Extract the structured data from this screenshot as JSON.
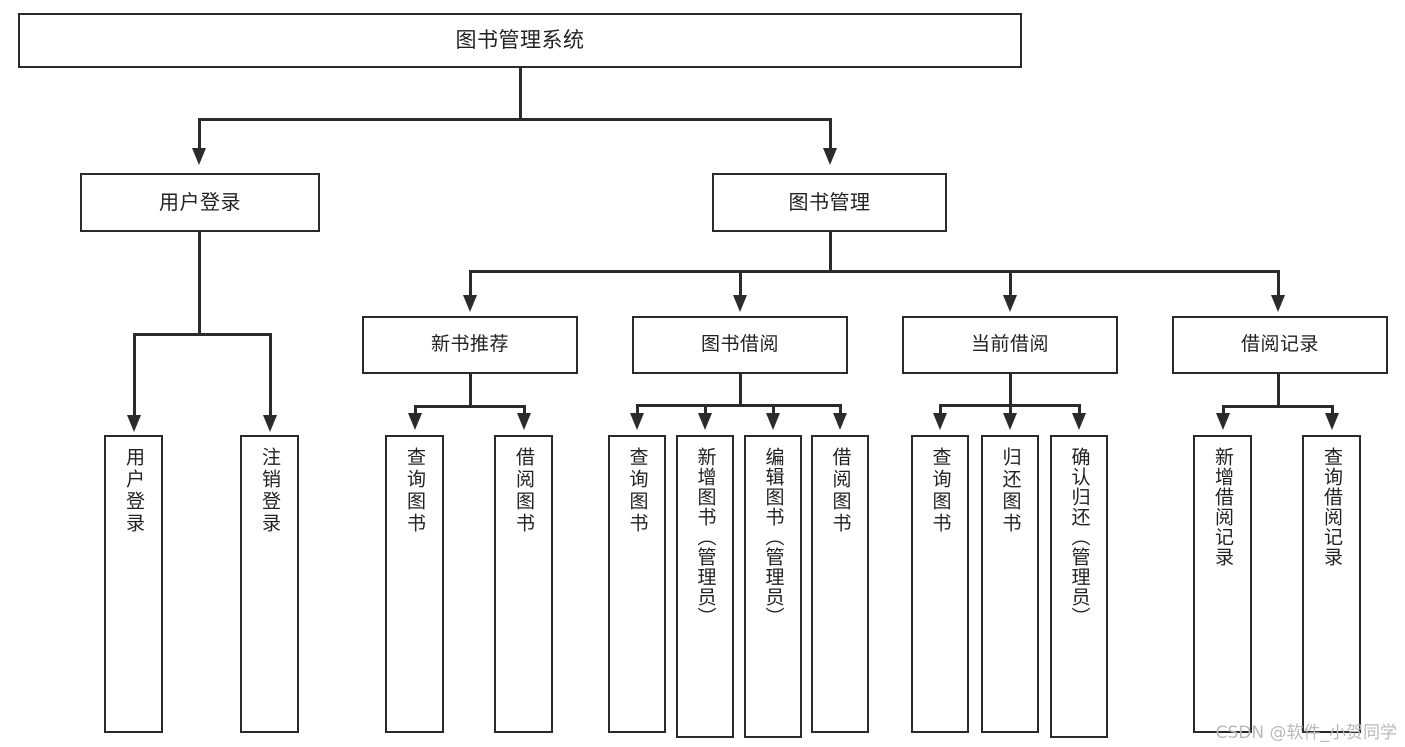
{
  "diagram": {
    "title": "图书管理系统",
    "type": "tree-hierarchy-diagram",
    "root": {
      "label": "图书管理系统"
    },
    "level1": [
      {
        "label": "用户登录"
      },
      {
        "label": "图书管理"
      }
    ],
    "level2": [
      {
        "label": "新书推荐"
      },
      {
        "label": "图书借阅"
      },
      {
        "label": "当前借阅"
      },
      {
        "label": "借阅记录"
      }
    ],
    "leaves": {
      "user_login": [
        {
          "label": "用户登录"
        },
        {
          "label": "注销登录"
        }
      ],
      "new_book_recommend": [
        {
          "label": "查询图书"
        },
        {
          "label": "借阅图书"
        }
      ],
      "book_borrow": [
        {
          "label": "查询图书"
        },
        {
          "label": "新增图书（管理员）"
        },
        {
          "label": "编辑图书（管理员）"
        },
        {
          "label": "借阅图书"
        }
      ],
      "current_borrow": [
        {
          "label": "查询图书"
        },
        {
          "label": "归还图书"
        },
        {
          "label": "确认归还（管理员）"
        }
      ],
      "borrow_record": [
        {
          "label": "新增借阅记录"
        },
        {
          "label": "查询借阅记录"
        }
      ]
    }
  },
  "watermark": {
    "text": "CSDN @软件_小贺同学"
  },
  "colors": {
    "stroke": "#2b2b2b",
    "fill": "#ffffff",
    "text": "#222222",
    "watermark": "#b9b9b9"
  }
}
